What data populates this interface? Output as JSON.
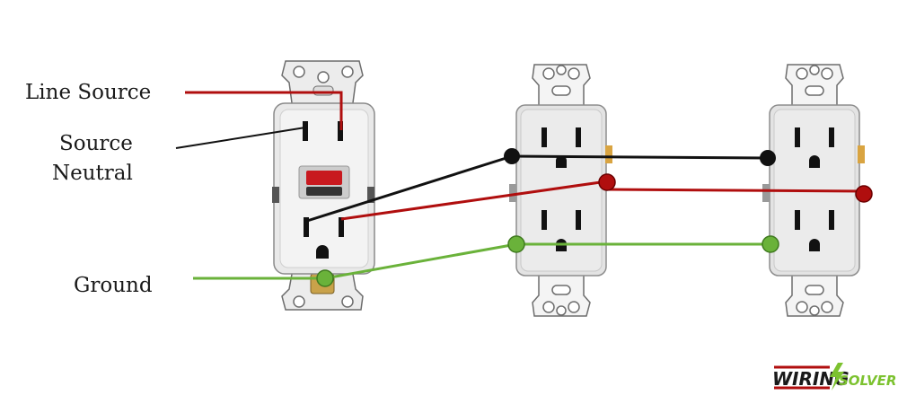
{
  "labels": {
    "line_source": "Line Source",
    "source_line1": "Source",
    "source_line2": "Neutral",
    "ground": "Ground"
  },
  "logo": {
    "part1": "WIRING",
    "part2": "SOLVER"
  },
  "colors": {
    "hot": "#b00e0e",
    "neutral": "#111111",
    "ground": "#6ab23a",
    "gfci_button": "#c8191f",
    "receptacle_face": "#e6e6e6",
    "yoke": "#f0f0f0",
    "logo_bolt": "#7cc22f"
  },
  "devices": [
    "gfci-receptacle",
    "duplex-receptacle",
    "duplex-receptacle"
  ]
}
